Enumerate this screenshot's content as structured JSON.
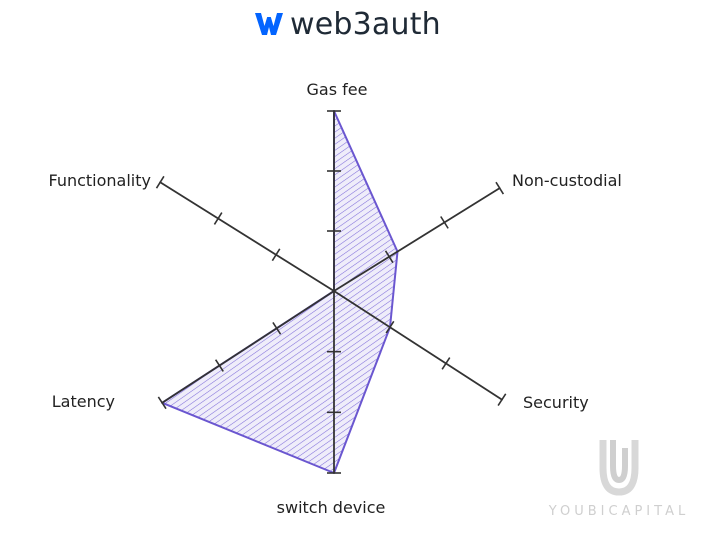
{
  "brand": {
    "name": "web3auth",
    "logo_icon": "w-logo-icon",
    "color": "#0364ff"
  },
  "watermark": {
    "text": "YOUBICAPITAL",
    "icon": "u-logo-icon"
  },
  "chart_data": {
    "type": "radar",
    "title": "",
    "axes": [
      {
        "label": "Gas fee",
        "value": 3.0
      },
      {
        "label": "Non-custodial",
        "value": 1.15
      },
      {
        "label": "Security",
        "value": 1.0
      },
      {
        "label": "switch device",
        "value": 3.0
      },
      {
        "label": "Latency",
        "value": 3.0
      },
      {
        "label": "Functionality",
        "value": 0
      }
    ],
    "scale_max": 3,
    "ticks": [
      1,
      2,
      3
    ],
    "fill_color": "#7b68d9",
    "stroke_color": "#6a56d0",
    "grid": false
  }
}
